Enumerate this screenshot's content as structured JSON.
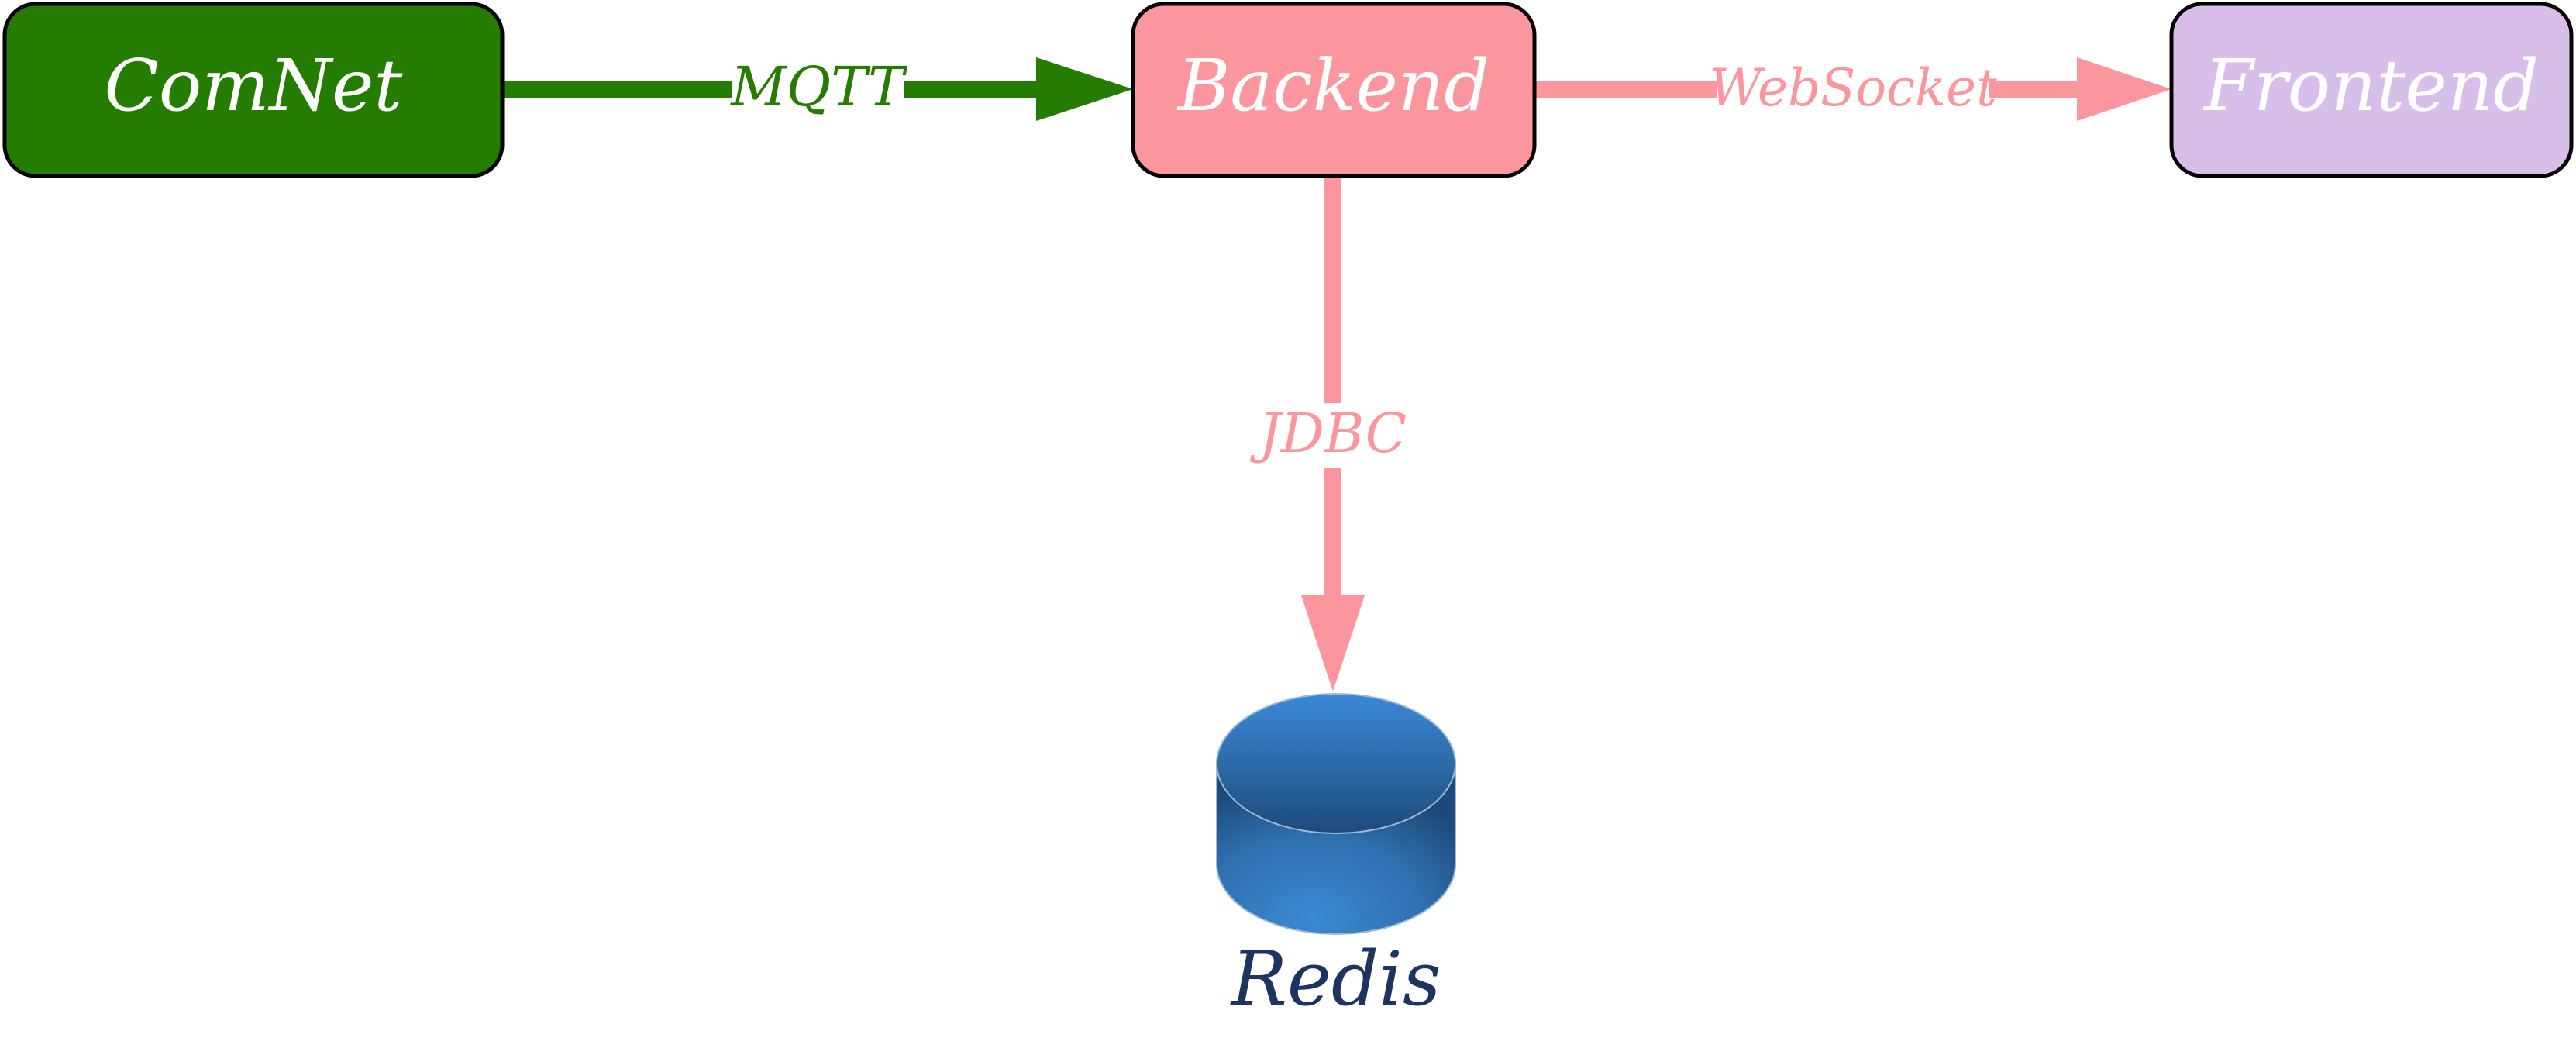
{
  "nodes": {
    "comnet": {
      "label": "ComNet",
      "fill": "#247D00",
      "text_color": "#ffffff"
    },
    "backend": {
      "label": "Backend",
      "fill": "#FB969F",
      "text_color": "#ffffff"
    },
    "frontend": {
      "label": "Frontend",
      "fill": "#D8BFEA",
      "text_color": "#ffffff"
    },
    "redis": {
      "label": "Redis",
      "fill": "#3A86CE",
      "text_color": "#1B3560",
      "shape": "database-cylinder"
    }
  },
  "edges": {
    "mqtt": {
      "label": "MQTT",
      "from": "ComNet",
      "to": "Backend",
      "color": "#247D00"
    },
    "websocket": {
      "label": "WebSocket",
      "from": "Backend",
      "to": "Frontend",
      "color": "#FB969F"
    },
    "jdbc": {
      "label": "JDBC",
      "from": "Backend",
      "to": "Redis",
      "color": "#FB969F"
    }
  }
}
